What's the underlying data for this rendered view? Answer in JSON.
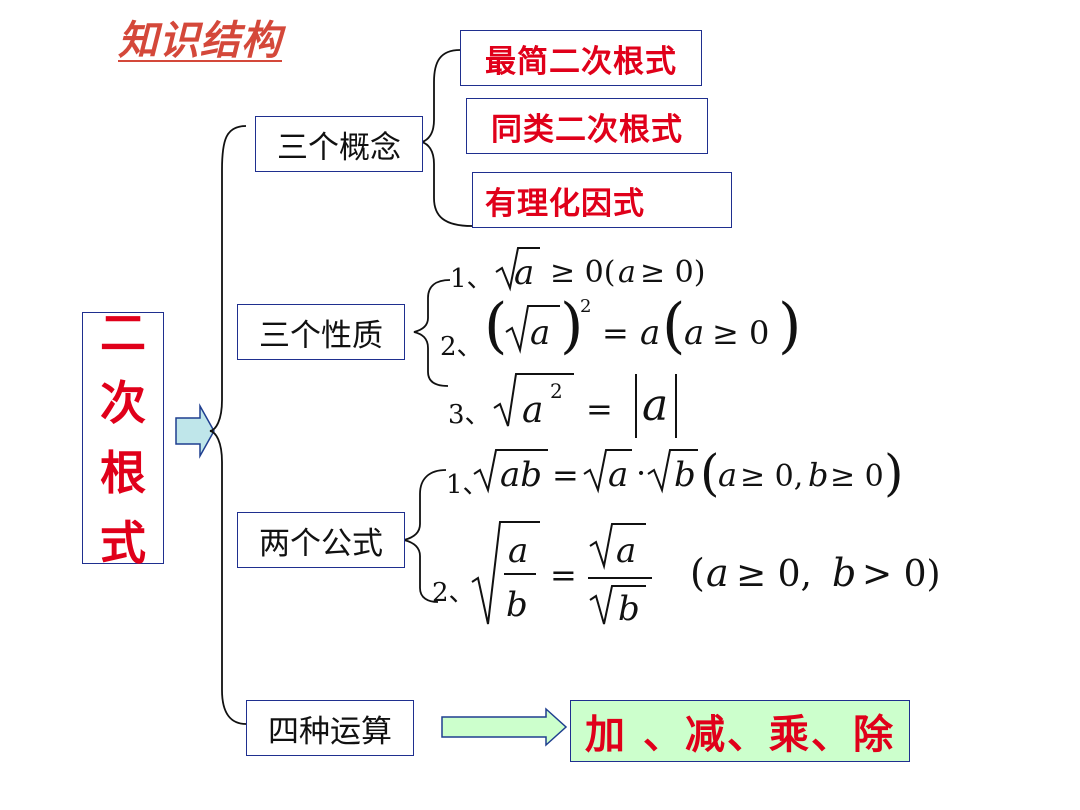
{
  "title": "知识结构",
  "root": {
    "chars": [
      "二",
      "次",
      "根",
      "式"
    ]
  },
  "branches": {
    "concepts": {
      "label": "三个概念",
      "items": [
        "最简二次根式",
        "同类二次根式",
        "有理化因式"
      ]
    },
    "properties": {
      "label": "三个性质",
      "items": [
        {
          "num": "1、",
          "formula": "√a ≥ 0(a ≥ 0)"
        },
        {
          "num": "2、",
          "formula": "(√a)² = a(a ≥ 0)"
        },
        {
          "num": "3、",
          "formula": "√a² = |a|"
        }
      ]
    },
    "formulas": {
      "label": "两个公式",
      "items": [
        {
          "num": "1、",
          "formula": "√ab = √a·√b(a ≥ 0, b ≥ 0)"
        },
        {
          "num": "2、",
          "formula": "√(a/b) = √a/√b",
          "condition": "(a ≥ 0, b > 0)"
        }
      ]
    },
    "operations": {
      "label": "四种运算",
      "result": "加 、减、乘、除"
    }
  }
}
